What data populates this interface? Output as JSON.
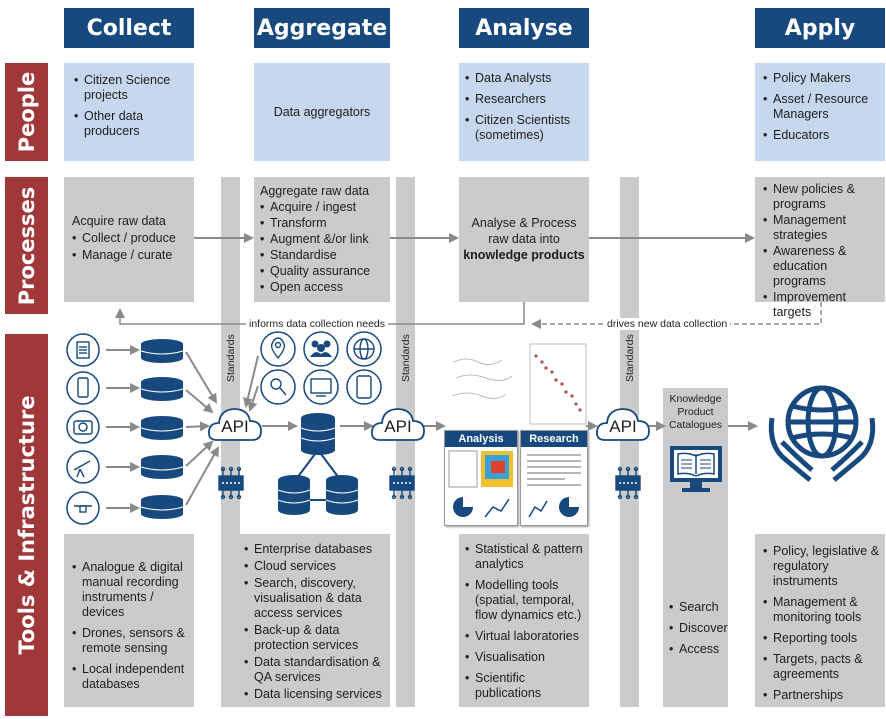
{
  "headers": {
    "collect": "Collect",
    "aggregate": "Aggregate",
    "analyse": "Analyse",
    "apply": "Apply"
  },
  "rows": {
    "people": "People",
    "processes": "Processes",
    "tools": "Tools & Infrastructure"
  },
  "people": {
    "collect": [
      "Citizen Science projects",
      "Other data producers"
    ],
    "aggregate": "Data aggregators",
    "analyse": [
      "Data Analysts",
      "Researchers",
      "Citizen Scientists (sometimes)"
    ],
    "apply": [
      "Policy Makers",
      "Asset / Resource Managers",
      "Educators"
    ]
  },
  "processes": {
    "collect_title": "Acquire raw data",
    "collect": [
      "Collect / produce",
      "Manage / curate"
    ],
    "aggregate_title": "Aggregate raw data",
    "aggregate": [
      "Acquire / ingest",
      "Transform",
      "Augment &/or link",
      "Standardise",
      "Quality assurance",
      "Open access"
    ],
    "analyse_line1": "Analyse & Process",
    "analyse_line2": "raw data into",
    "analyse_bold": "knowledge products",
    "apply": [
      "New policies & programs",
      "Management strategies",
      "Awareness & education programs",
      "Improvement targets"
    ]
  },
  "feedback": {
    "informs": "informs data collection needs",
    "drives": "drives new data collection"
  },
  "standards": "Standards",
  "api": "API",
  "thumbs": {
    "analysis": "Analysis",
    "research": "Research"
  },
  "catalogue": {
    "line1": "Knowledge",
    "line2": "Product",
    "line3": "Catalogues"
  },
  "tools": {
    "collect": [
      "Analogue & digital manual recording instruments / devices",
      "Drones, sensors & remote sensing",
      "Local independent databases"
    ],
    "aggregate": [
      "Enterprise databases",
      "Cloud services",
      "Search, discovery, visualisation & data access services",
      "Back-up & data protection services",
      "Data standardisation & QA services",
      "Data licensing services"
    ],
    "analyse": [
      "Statistical & pattern analytics",
      "Modelling tools (spatial, temporal, flow dynamics etc.)",
      "Virtual laboratories",
      "Visualisation",
      "Scientific publications"
    ],
    "catalogue": [
      "Search",
      "Discover",
      "Access"
    ],
    "apply": [
      "Policy, legislative & regulatory instruments",
      "Management & monitoring tools",
      "Reporting tools",
      "Targets, pacts & agreements",
      "Partnerships"
    ]
  },
  "colors": {
    "header": "#17497e",
    "row_label": "#a0383a",
    "people_box": "#c6d7ee",
    "process_box": "#cbcbcb",
    "icon": "#17497e",
    "arrow": "#8a8a8a"
  }
}
